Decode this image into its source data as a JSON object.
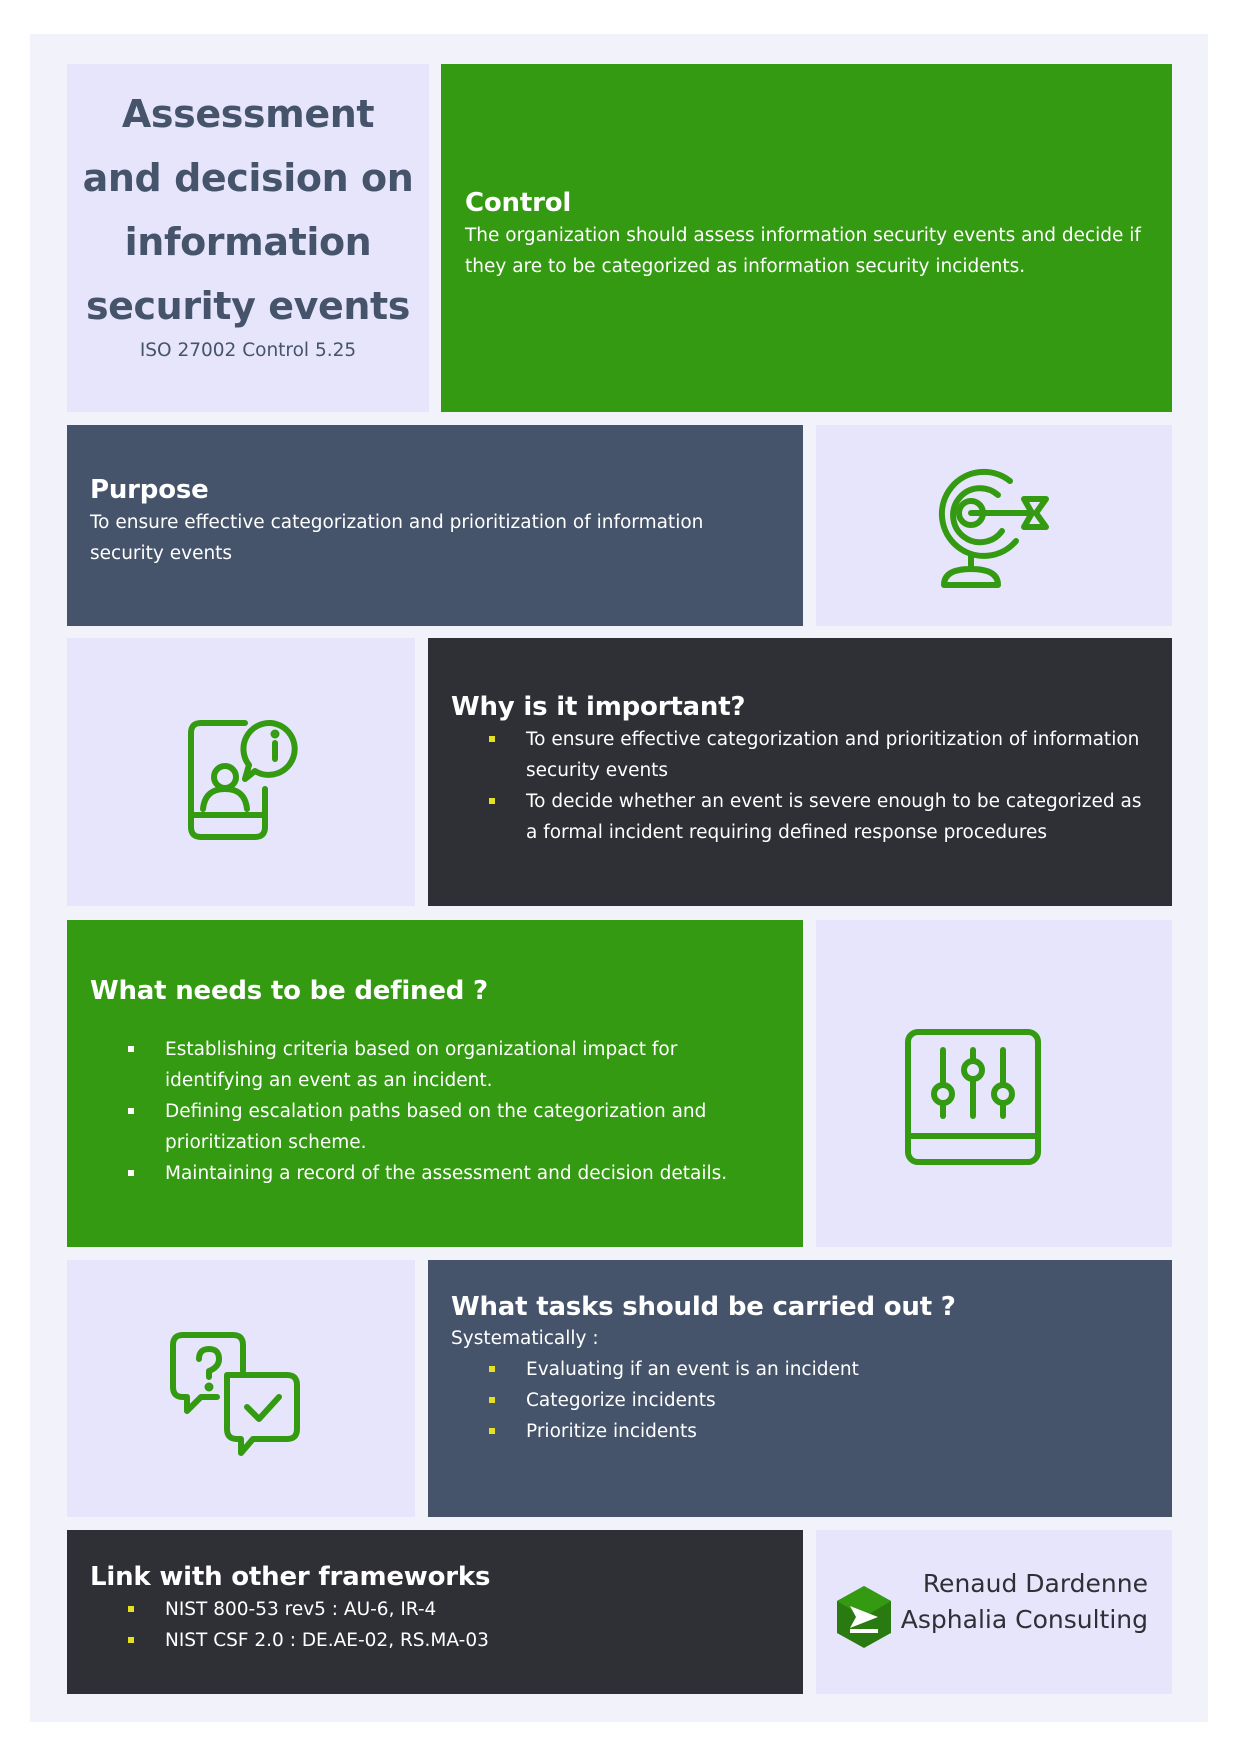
{
  "title": {
    "lines": [
      "Assessment",
      "and decision on",
      "information",
      "security events"
    ],
    "subtitle": "ISO 27002 Control 5.25"
  },
  "control": {
    "heading": "Control",
    "text": "The organization should assess information security events and decide if they are to be categorized as information security incidents."
  },
  "purpose": {
    "heading": "Purpose",
    "text": "To ensure effective categorization and prioritization of information security events",
    "icon": "target-icon"
  },
  "importance": {
    "heading": "Why is it important?",
    "items": [
      "To ensure effective categorization and prioritization of information security events",
      "To decide whether an event is severe enough to be categorized as a formal incident requiring defined response procedures"
    ],
    "icon": "phone-info-icon"
  },
  "defined": {
    "heading": "What needs to be defined ?",
    "items": [
      "Establishing criteria based on organizational impact for identifying an event as an incident.",
      "Defining escalation paths based on the categorization and prioritization scheme.",
      "Maintaining a record of the assessment and decision details."
    ],
    "icon": "sliders-icon"
  },
  "tasks": {
    "heading": "What tasks should be  carried out ?",
    "intro": "Systematically :",
    "items": [
      "Evaluating if an event is an incident",
      "Categorize incidents",
      "Prioritize incidents"
    ],
    "icon": "chat-question-check-icon"
  },
  "frameworks": {
    "heading": "Link with other frameworks",
    "items": [
      "NIST 800-53 rev5 : AU-6, IR-4",
      "NIST CSF 2.0 : DE.AE-02, RS.MA-03"
    ]
  },
  "author": {
    "name": "Renaud Dardenne",
    "company": "Asphalia Consulting",
    "icon": "asphalia-logo-icon"
  },
  "colors": {
    "green": "#349a12",
    "slate": "#46546b",
    "dark": "#2f2f36",
    "lavender": "#e6e5fb",
    "bullet": "#e5e020"
  }
}
